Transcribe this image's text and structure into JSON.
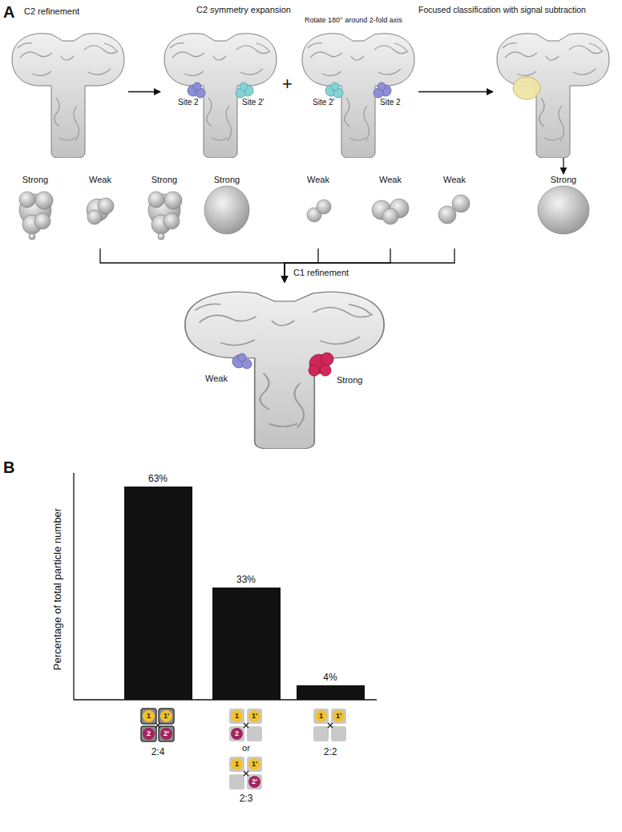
{
  "diagram": {
    "nodes": [
      {
        "text": [
          "C2 refinement"
        ]
      },
      {
        "text": [
          "C2 symmetry expansion",
          "Site 2",
          "Site 2'"
        ]
      },
      {
        "text": [
          "Rotate 180° around 2-fold axis",
          "Site 2'",
          "Site 2"
        ]
      },
      {
        "text": [
          "Focused classification with signal subtraction"
        ]
      },
      {
        "text": [
          "Strong"
        ]
      },
      {
        "text": [
          "Weak"
        ]
      },
      {
        "text": [
          "Strong"
        ]
      },
      {
        "text": [
          "Strong"
        ]
      },
      {
        "text": [
          "Weak"
        ]
      },
      {
        "text": [
          "Weak"
        ]
      },
      {
        "text": [
          "Weak"
        ]
      },
      {
        "text": [
          "Strong"
        ]
      },
      {
        "text": [
          "C1 refinement",
          "Weak",
          "Strong"
        ]
      },
      {
        "text": [
          "1"
        ]
      },
      {
        "text": [
          "1'"
        ]
      },
      {
        "text": [
          "2"
        ]
      },
      {
        "text": [
          "2'"
        ]
      },
      {
        "text": [
          "1"
        ]
      },
      {
        "text": [
          "1'"
        ]
      },
      {
        "text": [
          "2"
        ]
      },
      {
        "text": [
          "1"
        ]
      },
      {
        "text": [
          "1'"
        ]
      },
      {
        "text": [
          "2'"
        ]
      },
      {
        "text": [
          "1"
        ]
      },
      {
        "text": [
          "1'"
        ]
      }
    ],
    "edges": [
      {
        "from": 0,
        "to": 1,
        "arrow": "to"
      },
      {
        "from": 2,
        "to": 3,
        "arrow": "to"
      },
      {
        "from": 3,
        "to": 11,
        "arrow": "to"
      },
      {
        "from": 5,
        "to": 12,
        "arrow": "to"
      },
      {
        "from": 8,
        "to": 12,
        "arrow": "to"
      },
      {
        "from": 9,
        "to": 12,
        "arrow": "to"
      },
      {
        "from": 10,
        "to": 12,
        "arrow": "to"
      }
    ],
    "labels": [
      "A",
      "+",
      "B",
      "63%",
      "33%",
      "4%",
      "Percentage of total particle number",
      "2:4",
      "or",
      "2:3",
      "2:2"
    ]
  }
}
